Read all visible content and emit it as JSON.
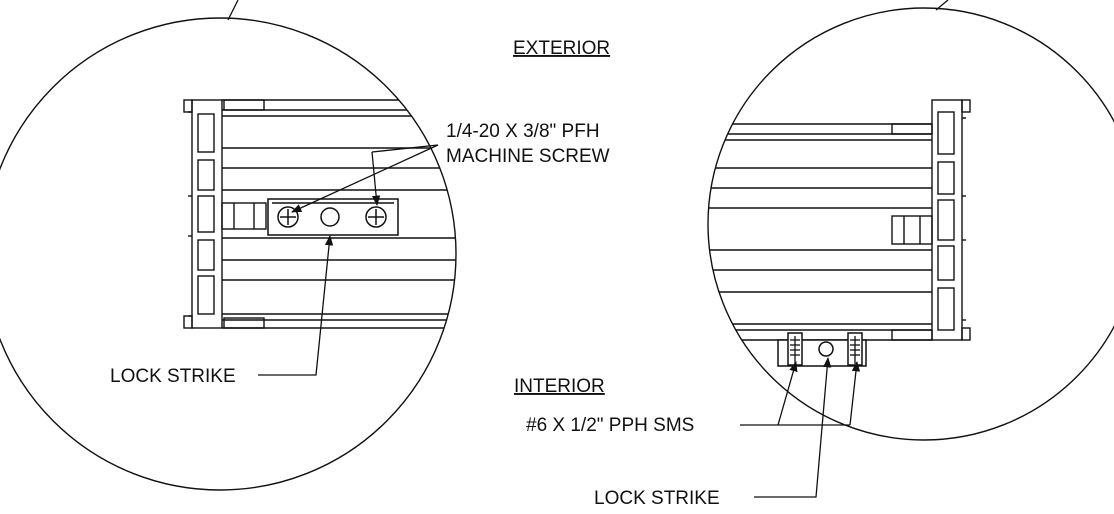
{
  "labels": {
    "exterior": "EXTERIOR",
    "interior": "INTERIOR",
    "machine_screw_line1": "1/4-20 X 3/8\" PFH",
    "machine_screw_line2": "MACHINE SCREW",
    "lock_strike_left": "LOCK STRIKE",
    "sms_screw": "#6 X 1/2\" PPH SMS",
    "lock_strike_bottom": "LOCK STRIKE"
  },
  "colors": {
    "line": "#111111",
    "background": "#ffffff"
  }
}
